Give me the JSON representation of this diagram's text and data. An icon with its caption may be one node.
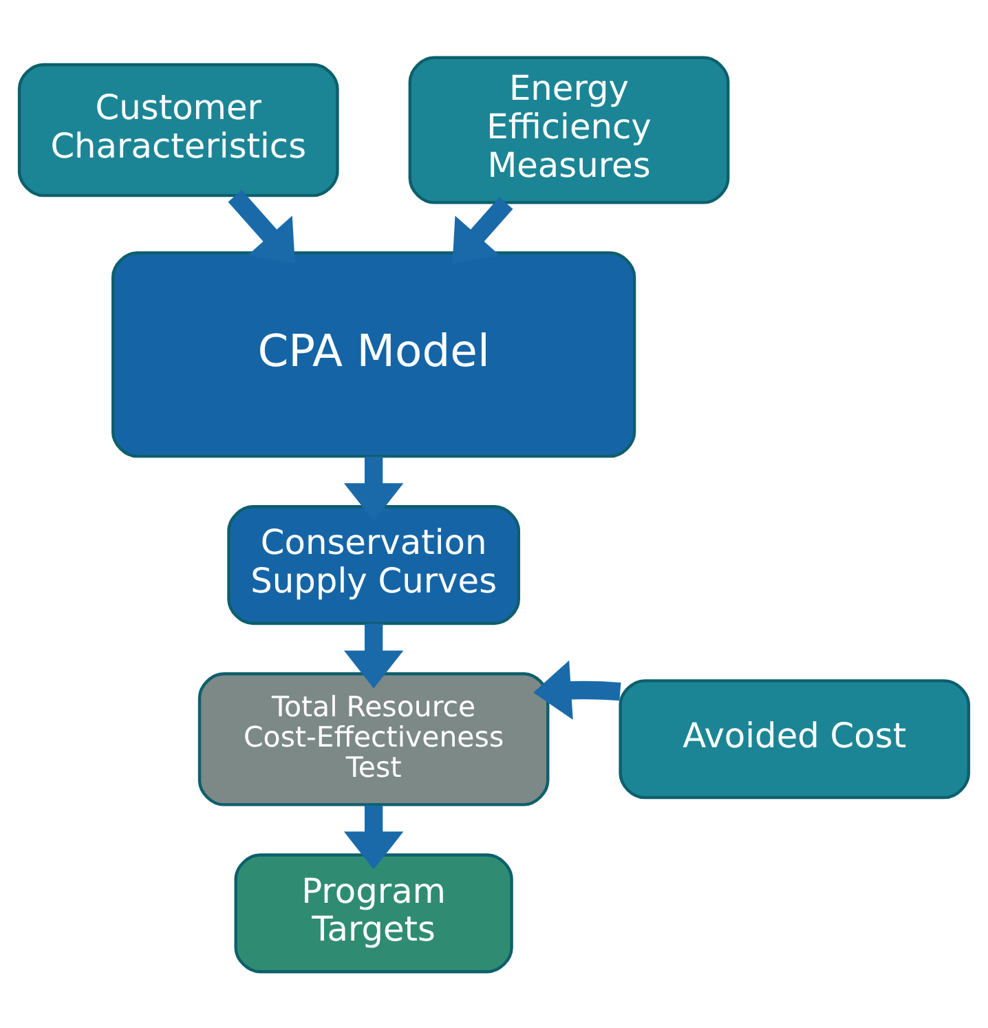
{
  "diagram": {
    "nodes": [
      {
        "text": [
          "Customer Characteristics"
        ]
      },
      {
        "text": [
          "Energy Efficiency Measures"
        ]
      },
      {
        "text": [
          "CPA Model"
        ]
      },
      {
        "text": [
          "Conservation Supply Curves"
        ]
      },
      {
        "text": [
          "Total Resource Cost-Effectiveness Test"
        ]
      },
      {
        "text": [
          "Avoided Cost"
        ]
      },
      {
        "text": [
          "Program Targets"
        ]
      }
    ],
    "edges": [
      {
        "from": 0,
        "to": 2,
        "arrow": "to"
      },
      {
        "from": 1,
        "to": 2,
        "arrow": "to"
      },
      {
        "from": 2,
        "to": 3,
        "arrow": "to"
      },
      {
        "from": 3,
        "to": 4,
        "arrow": "to"
      },
      {
        "from": 5,
        "to": 4,
        "arrow": "to"
      },
      {
        "from": 4,
        "to": 6,
        "arrow": "to"
      }
    ]
  }
}
